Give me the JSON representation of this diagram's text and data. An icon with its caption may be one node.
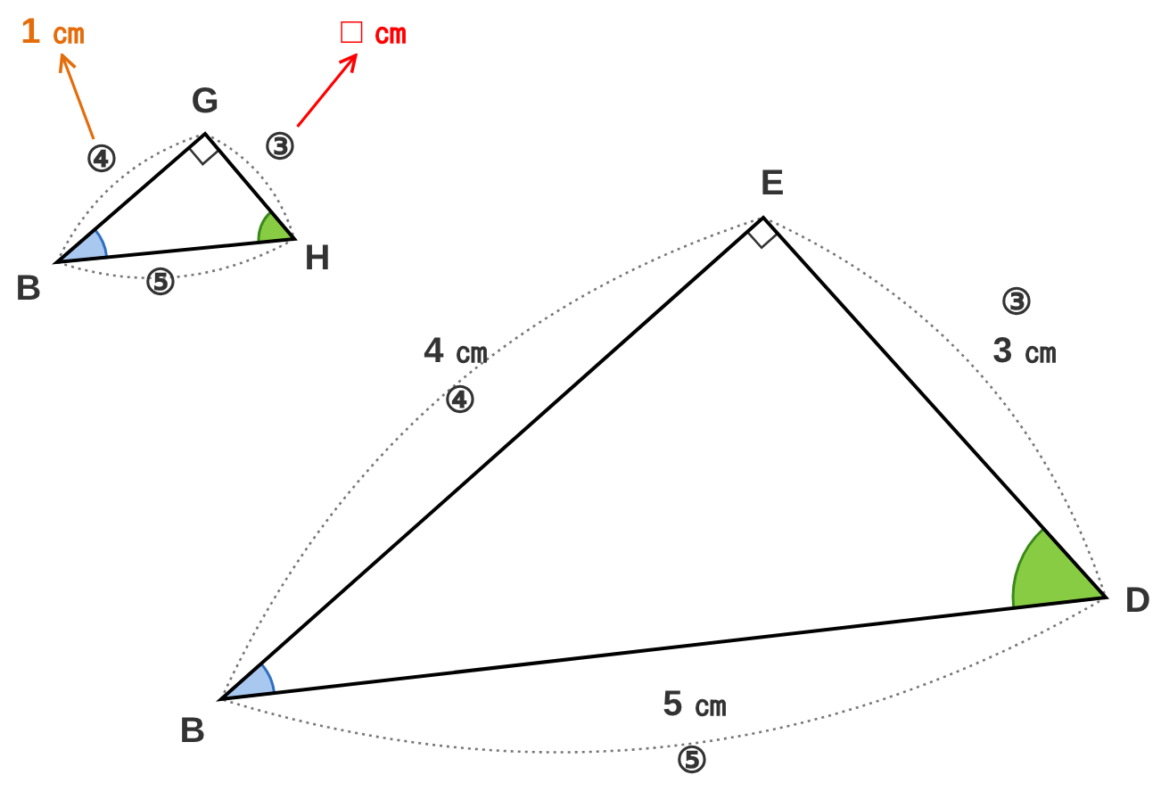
{
  "diagram": {
    "nodes": [
      {
        "text": [
          "1 ㎝"
        ]
      },
      {
        "text": [
          "④"
        ]
      },
      {
        "text": [
          "□ ㎝"
        ]
      },
      {
        "text": [
          "③"
        ]
      }
    ],
    "edges": [
      {
        "from": 1,
        "to": 0,
        "arrow": "to",
        "color": "#e46c0a"
      },
      {
        "from": 3,
        "to": 2,
        "arrow": "to",
        "color": "#ff0000"
      }
    ],
    "labels": [
      "G",
      "B",
      "H",
      "⑤",
      "E",
      "4 ㎝",
      "④",
      "③",
      "3 ㎝",
      "D",
      "B",
      "5 ㎝",
      "⑤"
    ]
  }
}
